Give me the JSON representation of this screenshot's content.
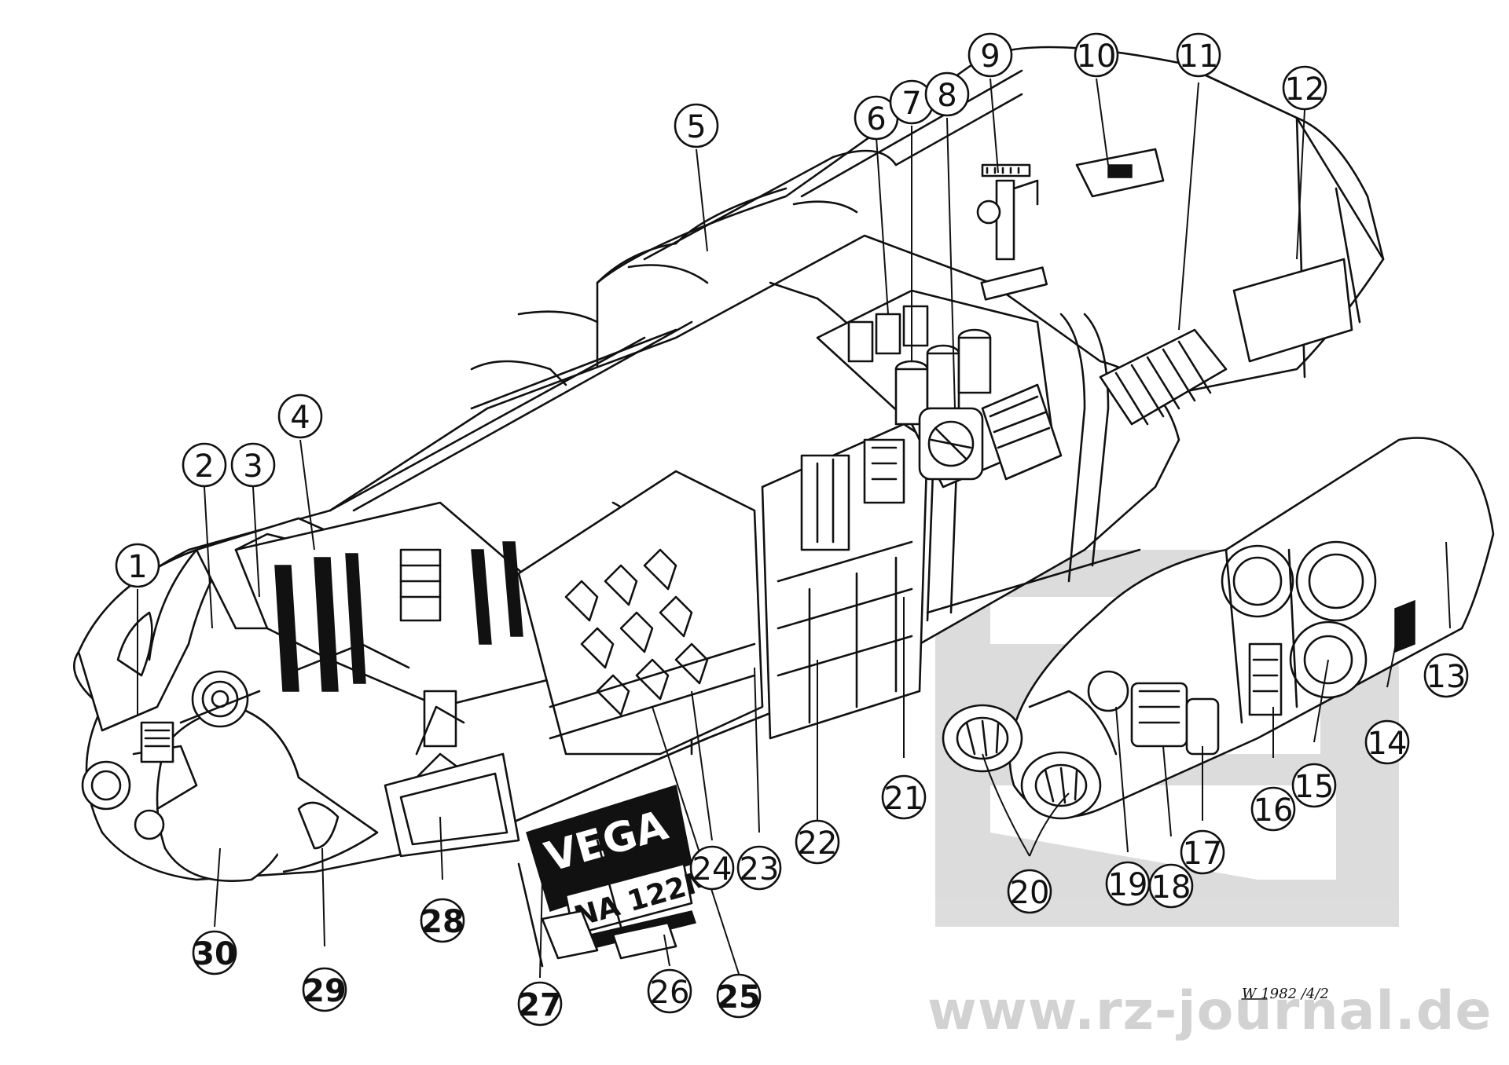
{
  "diagram": {
    "ship_registration": {
      "name": "VEGA",
      "code": "NA 122M"
    },
    "callouts": [
      {
        "id": "1",
        "bold": false
      },
      {
        "id": "2",
        "bold": false
      },
      {
        "id": "3",
        "bold": false
      },
      {
        "id": "4",
        "bold": false
      },
      {
        "id": "5",
        "bold": false
      },
      {
        "id": "6",
        "bold": false
      },
      {
        "id": "7",
        "bold": false
      },
      {
        "id": "8",
        "bold": false
      },
      {
        "id": "9",
        "bold": false
      },
      {
        "id": "10",
        "bold": false
      },
      {
        "id": "11",
        "bold": false
      },
      {
        "id": "12",
        "bold": false
      },
      {
        "id": "13",
        "bold": false
      },
      {
        "id": "14",
        "bold": false
      },
      {
        "id": "15",
        "bold": false
      },
      {
        "id": "16",
        "bold": false
      },
      {
        "id": "17",
        "bold": false
      },
      {
        "id": "18",
        "bold": false
      },
      {
        "id": "19",
        "bold": false
      },
      {
        "id": "20",
        "bold": false
      },
      {
        "id": "21",
        "bold": false
      },
      {
        "id": "22",
        "bold": false
      },
      {
        "id": "23",
        "bold": false
      },
      {
        "id": "24",
        "bold": false
      },
      {
        "id": "25",
        "bold": true
      },
      {
        "id": "26",
        "bold": false
      },
      {
        "id": "27",
        "bold": true
      },
      {
        "id": "28",
        "bold": true
      },
      {
        "id": "29",
        "bold": true
      },
      {
        "id": "30",
        "bold": true
      }
    ]
  },
  "signature": "W 1982 /4/2",
  "watermark": {
    "text": "www.rz-journal.de"
  }
}
